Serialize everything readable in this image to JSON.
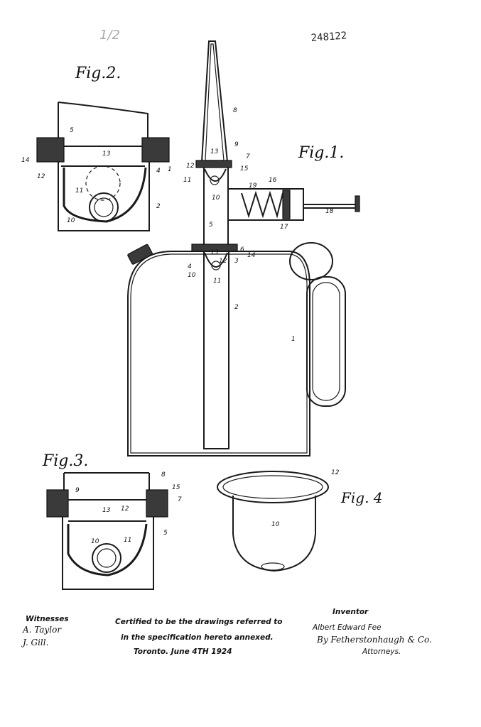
{
  "patent_number": "248122",
  "corner_mark": "1/2",
  "figures": {
    "fig1": {
      "title": "Fig.1.",
      "labels": [
        "8",
        "9",
        "13",
        "7",
        "15",
        "12",
        "11",
        "10",
        "16",
        "19",
        "5",
        "17",
        "18",
        "13",
        "12",
        "6",
        "14",
        "4",
        "3",
        "10",
        "11",
        "2",
        "1"
      ]
    },
    "fig2": {
      "title": "Fig.2.",
      "labels": [
        "5",
        "14",
        "13",
        "12",
        "4",
        "1",
        "11",
        "2",
        "10"
      ]
    },
    "fig3": {
      "title": "Fig.3.",
      "labels": [
        "8",
        "9",
        "15",
        "7",
        "13",
        "12",
        "11",
        "10",
        "5"
      ]
    },
    "fig4": {
      "title": "Fig. 4",
      "labels": [
        "12",
        "10"
      ]
    }
  },
  "footer": {
    "witnesses_heading": "Witnesses",
    "witness_1": "A. Taylor",
    "witness_2": "J. Gill.",
    "certified_line_1": "Certified to be the drawings referred to",
    "certified_line_2": "in the specification hereto annexed.",
    "certified_line_3": "Toronto. June 4TH 1924",
    "inventor_heading": "Inventor",
    "inventor_name": "Albert Edward Fee",
    "by_attorneys": "By Fetherstonhaugh & Co.",
    "attorneys_label": "Attorneys."
  }
}
